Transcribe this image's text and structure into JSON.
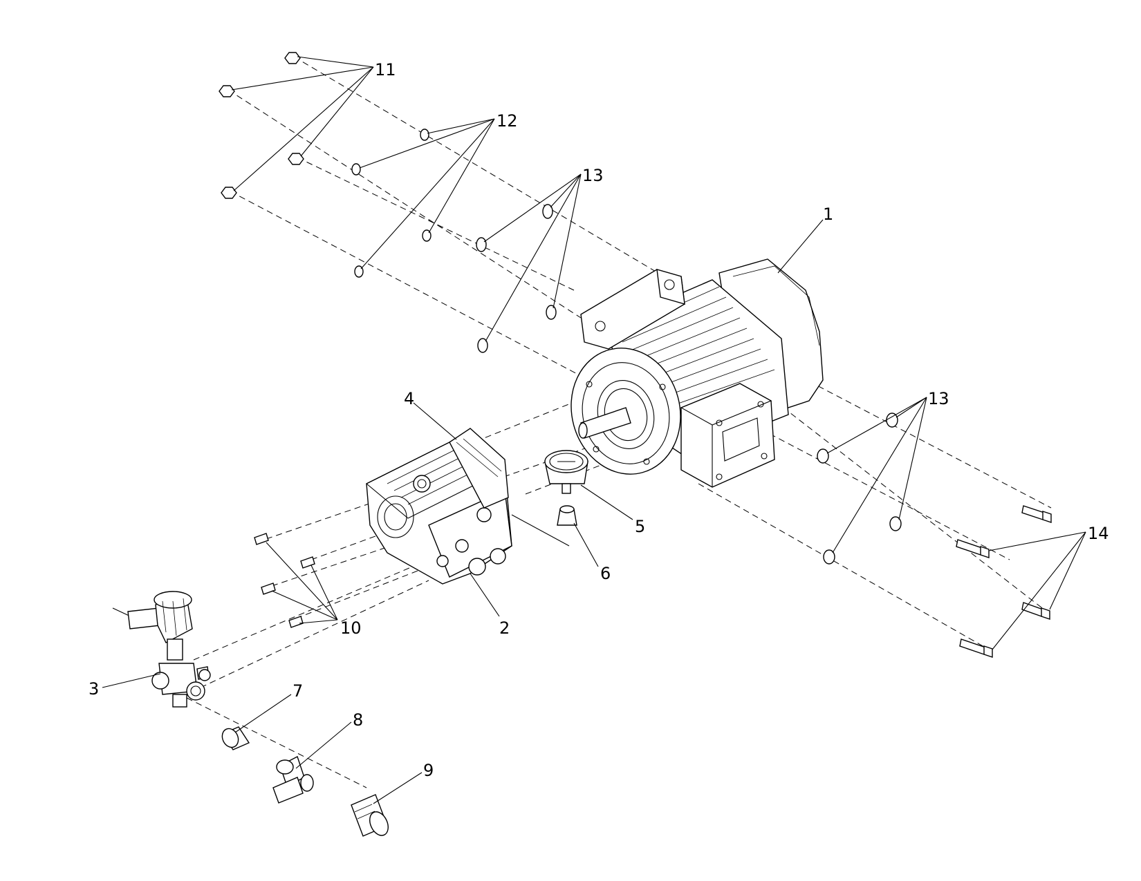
{
  "diagram": {
    "callouts": [
      {
        "id": "1",
        "label": "1"
      },
      {
        "id": "2",
        "label": "2"
      },
      {
        "id": "3",
        "label": "3"
      },
      {
        "id": "4",
        "label": "4"
      },
      {
        "id": "5",
        "label": "5"
      },
      {
        "id": "6",
        "label": "6"
      },
      {
        "id": "7",
        "label": "7"
      },
      {
        "id": "8",
        "label": "8"
      },
      {
        "id": "9",
        "label": "9"
      },
      {
        "id": "10",
        "label": "10"
      },
      {
        "id": "11",
        "label": "11"
      },
      {
        "id": "12",
        "label": "12"
      },
      {
        "id": "13a",
        "label": "13"
      },
      {
        "id": "13b",
        "label": "13"
      },
      {
        "id": "14",
        "label": "14"
      }
    ],
    "colors": {
      "ink": "#000000",
      "paper": "#ffffff"
    }
  }
}
